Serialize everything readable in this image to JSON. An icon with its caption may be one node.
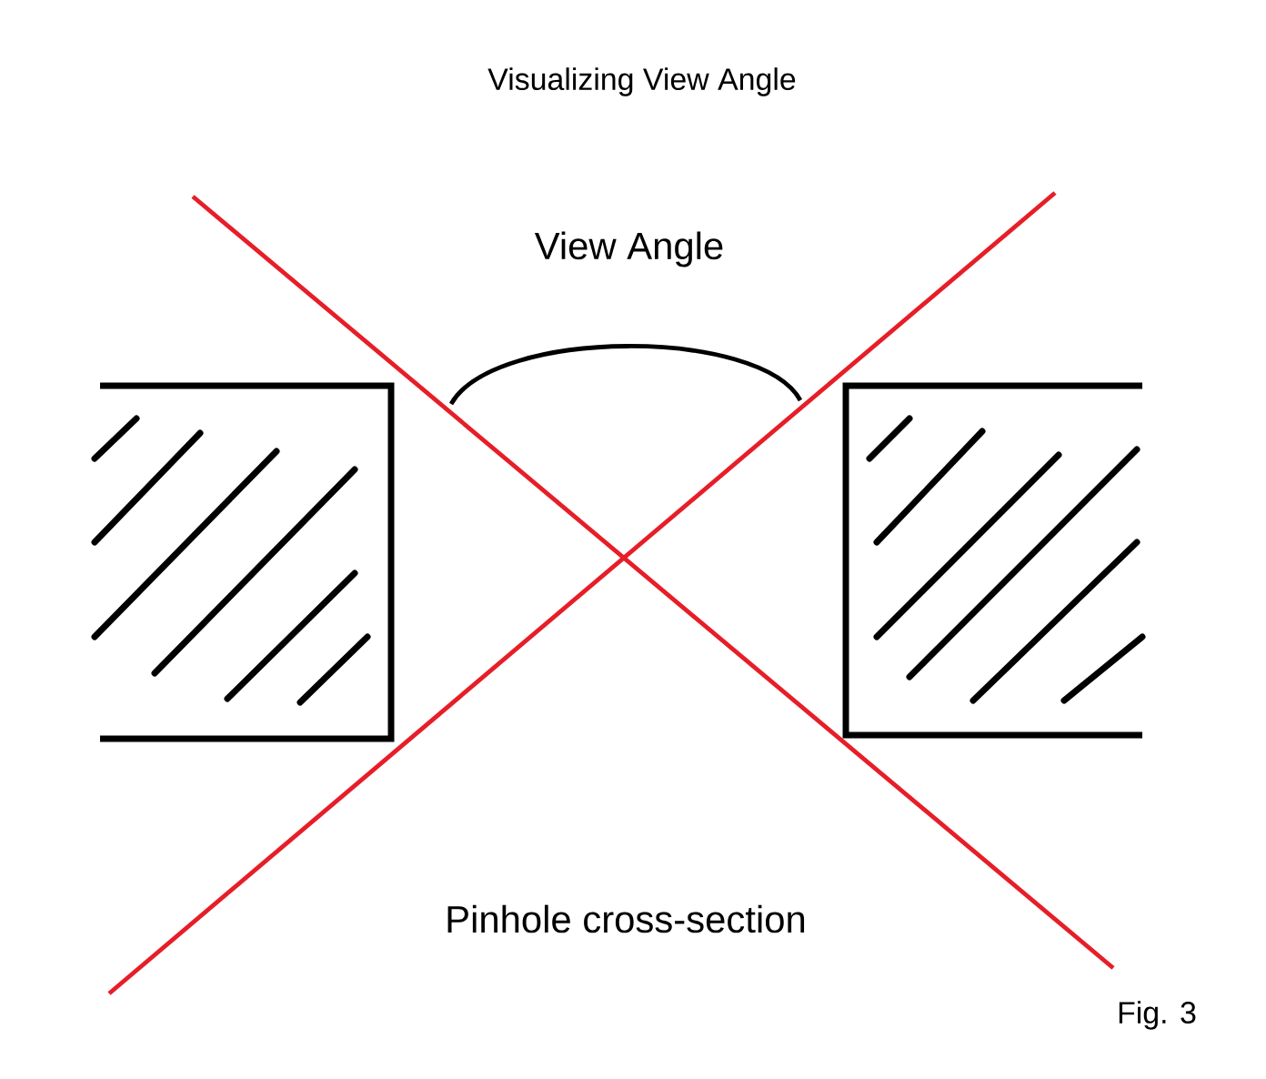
{
  "diagram": {
    "title": "Visualizing View Angle",
    "labels": [
      "View Angle",
      "Pinhole cross-section",
      "Fig. 3"
    ]
  }
}
